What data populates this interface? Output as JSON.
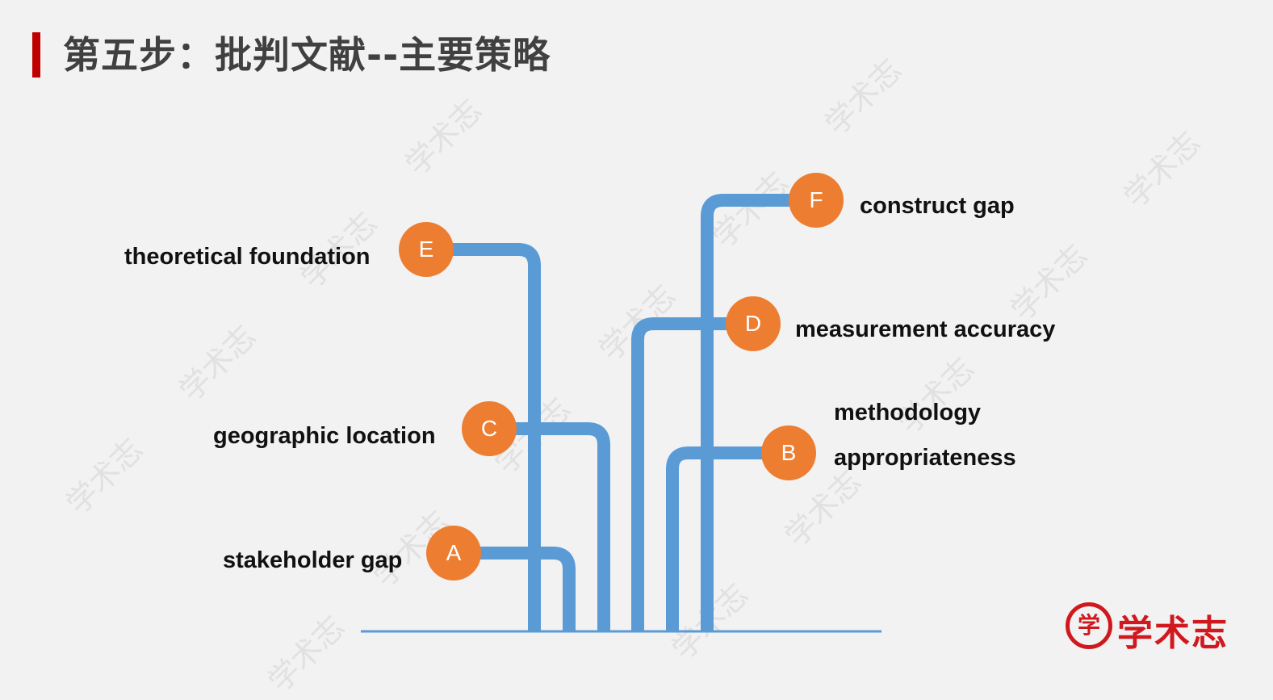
{
  "title": "第五步：批判文献--主要策略",
  "colors": {
    "line": "#5b9bd5",
    "node": "#ed7d31",
    "accent": "#c00000",
    "logo": "#d0191f"
  },
  "nodes": [
    {
      "letter": "A",
      "label": "stakeholder gap"
    },
    {
      "letter": "B",
      "label_line1": "methodology",
      "label_line2": "appropriateness"
    },
    {
      "letter": "C",
      "label": "geographic location"
    },
    {
      "letter": "D",
      "label": "measurement accuracy"
    },
    {
      "letter": "E",
      "label": "theoretical foundation"
    },
    {
      "letter": "F",
      "label": "construct gap"
    }
  ],
  "watermark": "学术志",
  "logo": {
    "mark": "学",
    "text": "学术志"
  }
}
